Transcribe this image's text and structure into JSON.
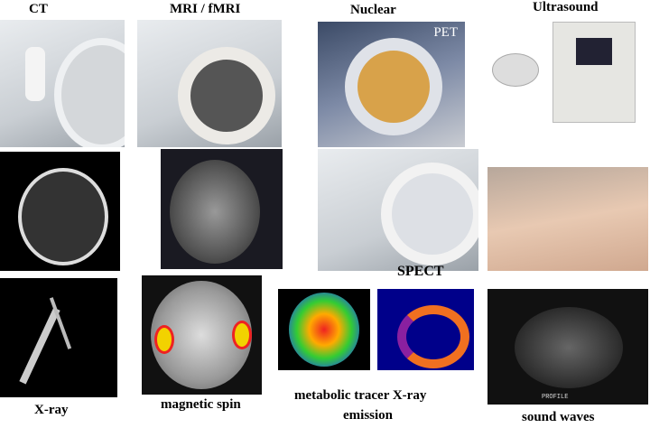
{
  "headings": {
    "ct": "CT",
    "mri": "MRI / fMRI",
    "nuclear": "Nuclear",
    "ultrasound": "Ultrasound"
  },
  "inset_labels": {
    "pet": "PET",
    "spect": "SPECT"
  },
  "captions": {
    "xray": "X-ray",
    "magnetic": "magnetic spin",
    "metabolic_line1": "metabolic tracer X-ray",
    "metabolic_line2": "emission",
    "sound": "sound waves"
  },
  "ultrasound_scan_text": "PROFILE"
}
